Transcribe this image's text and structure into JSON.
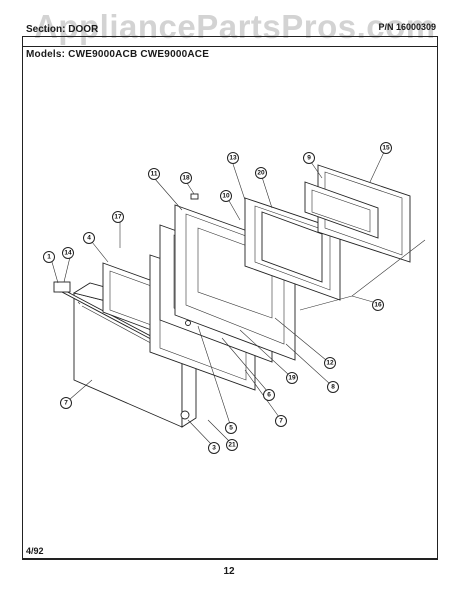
{
  "header": {
    "section": "Section: DOOR",
    "models": "Models:  CWE9000ACB   CWE9000ACE",
    "part_number": "P/N 16000309"
  },
  "watermark": "AppliancePartsPros.com",
  "footer": {
    "date": "4/92",
    "page_number": "12"
  },
  "callouts": [
    {
      "id": "c1",
      "label": "1"
    },
    {
      "id": "c14",
      "label": "14"
    },
    {
      "id": "c4",
      "label": "4"
    },
    {
      "id": "c17",
      "label": "17"
    },
    {
      "id": "c11",
      "label": "11"
    },
    {
      "id": "c18",
      "label": "18"
    },
    {
      "id": "c10",
      "label": "10"
    },
    {
      "id": "c13",
      "label": "13"
    },
    {
      "id": "c20",
      "label": "20"
    },
    {
      "id": "c9",
      "label": "9"
    },
    {
      "id": "c15",
      "label": "15"
    },
    {
      "id": "c16",
      "label": "16"
    },
    {
      "id": "c12",
      "label": "12"
    },
    {
      "id": "c8",
      "label": "8"
    },
    {
      "id": "c19",
      "label": "19"
    },
    {
      "id": "c6",
      "label": "6"
    },
    {
      "id": "c7b",
      "label": "7"
    },
    {
      "id": "c7a",
      "label": "7"
    },
    {
      "id": "c5",
      "label": "5"
    },
    {
      "id": "c21",
      "label": "21"
    },
    {
      "id": "c3",
      "label": "3"
    }
  ]
}
